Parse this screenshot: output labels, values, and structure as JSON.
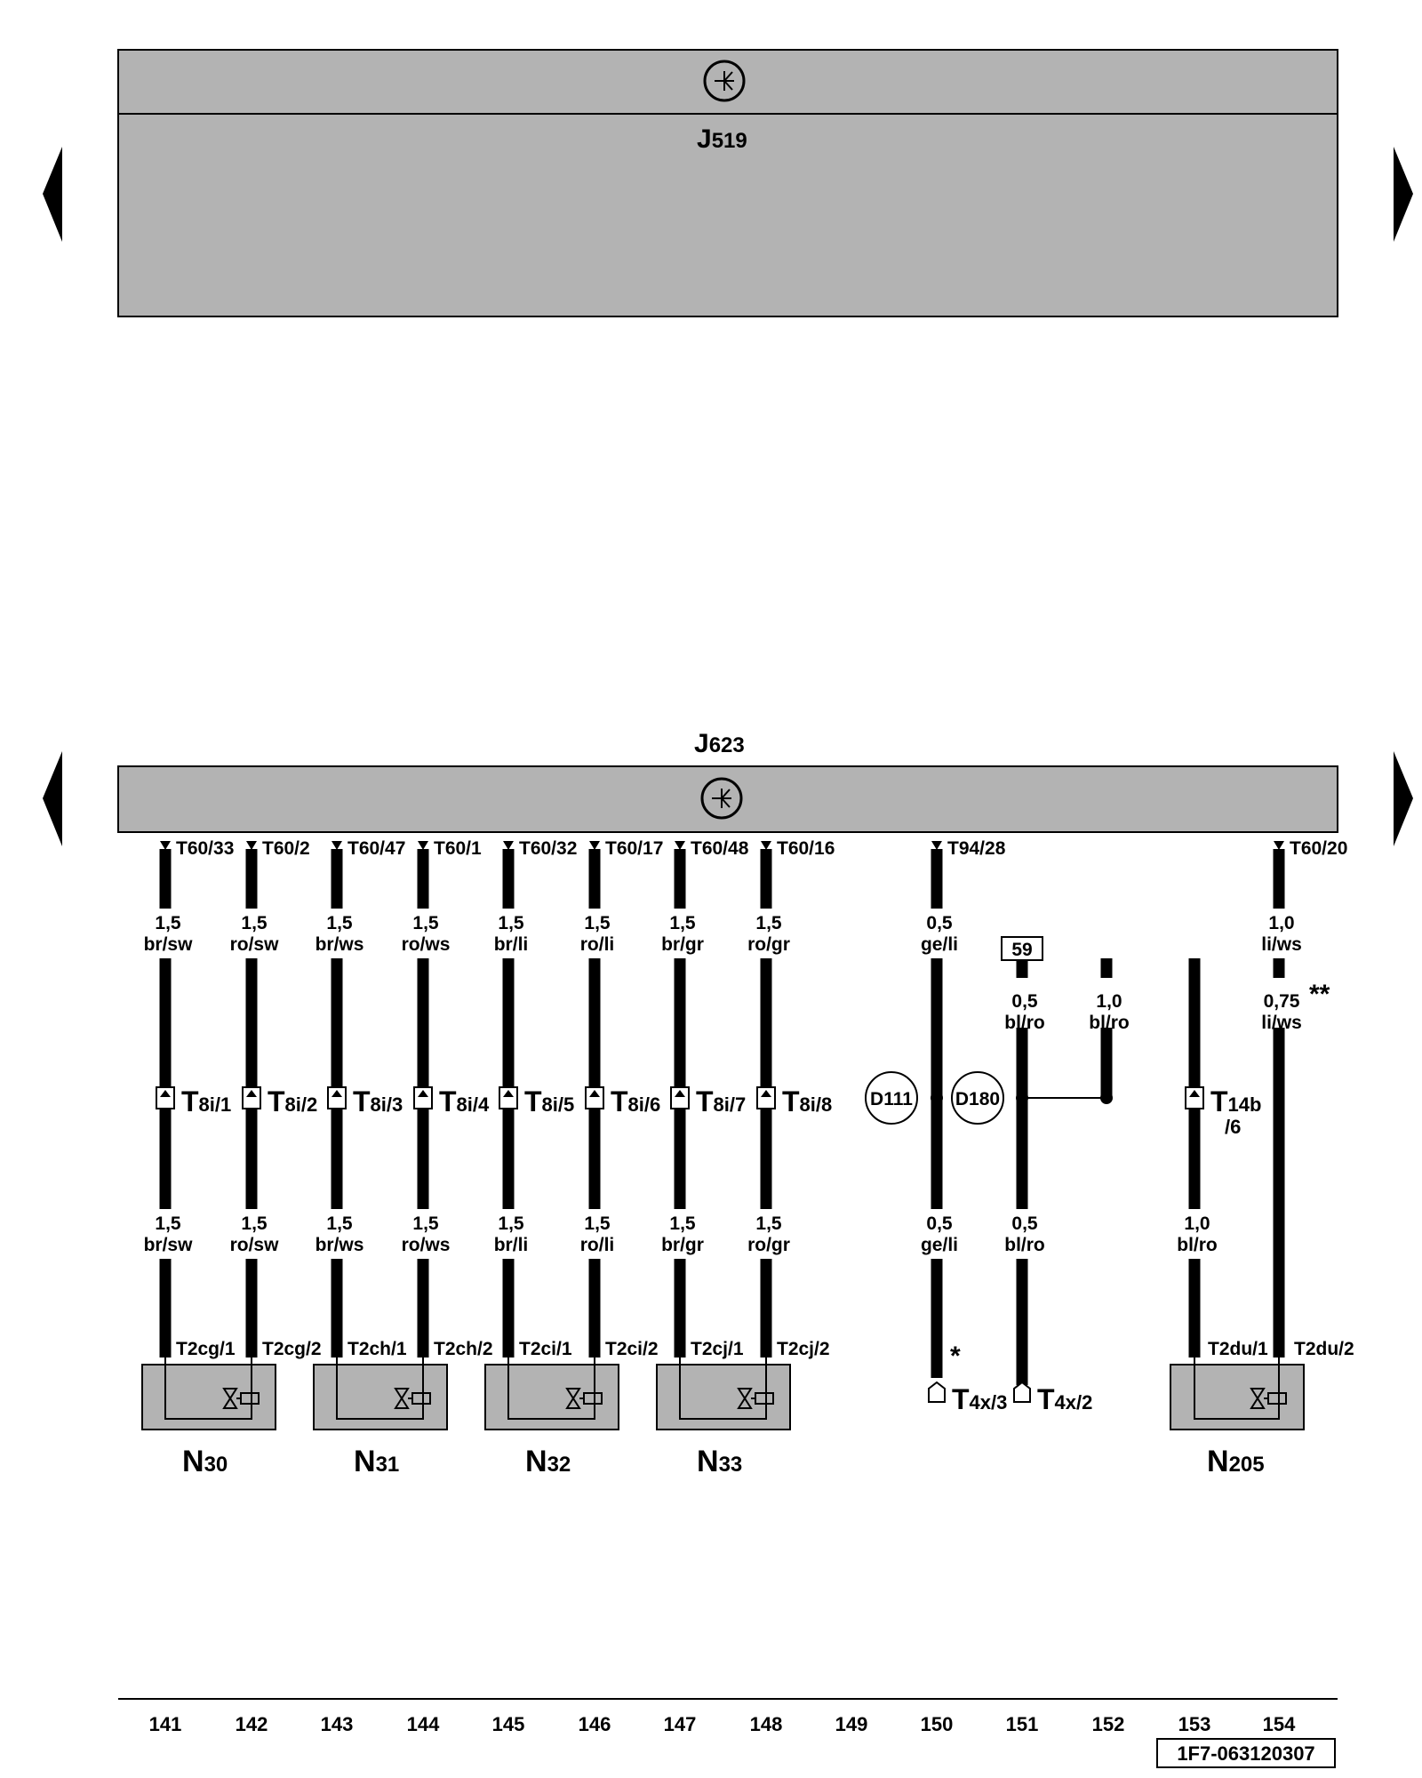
{
  "units": {
    "j519": {
      "letter": "J",
      "number": "519"
    },
    "j623": {
      "letter": "J",
      "number": "623"
    }
  },
  "pins": [
    {
      "label": "T60/33"
    },
    {
      "label": "T60/2"
    },
    {
      "label": "T60/47"
    },
    {
      "label": "T60/1"
    },
    {
      "label": "T60/32"
    },
    {
      "label": "T60/17"
    },
    {
      "label": "T60/48"
    },
    {
      "label": "T60/16"
    },
    {
      "label": "T94/28"
    },
    {
      "label": "T60/20"
    }
  ],
  "wires": [
    {
      "gauge": "1,5",
      "color": "br/sw"
    },
    {
      "gauge": "1,5",
      "color": "ro/sw"
    },
    {
      "gauge": "1,5",
      "color": "br/ws"
    },
    {
      "gauge": "1,5",
      "color": "ro/ws"
    },
    {
      "gauge": "1,5",
      "color": "br/li"
    },
    {
      "gauge": "1,5",
      "color": "ro/li"
    },
    {
      "gauge": "1,5",
      "color": "br/gr"
    },
    {
      "gauge": "1,5",
      "color": "ro/gr"
    },
    {
      "gauge": "0,5",
      "color": "ge/li"
    },
    {
      "gauge": "1,0",
      "color": "li/ws"
    },
    {
      "gauge": "0,5",
      "color": "bl/ro"
    },
    {
      "gauge": "1,0",
      "color": "bl/ro"
    },
    {
      "gauge": "0,75",
      "color": "li/ws"
    },
    {
      "gauge": "1,5",
      "color": "br/sw"
    },
    {
      "gauge": "1,5",
      "color": "ro/sw"
    },
    {
      "gauge": "1,5",
      "color": "br/ws"
    },
    {
      "gauge": "1,5",
      "color": "ro/ws"
    },
    {
      "gauge": "1,5",
      "color": "br/li"
    },
    {
      "gauge": "1,5",
      "color": "ro/li"
    },
    {
      "gauge": "1,5",
      "color": "br/gr"
    },
    {
      "gauge": "1,5",
      "color": "ro/gr"
    },
    {
      "gauge": "0,5",
      "color": "ge/li"
    },
    {
      "gauge": "0,5",
      "color": "bl/ro"
    },
    {
      "gauge": "1,0",
      "color": "bl/ro"
    }
  ],
  "connectors_mid": [
    {
      "base": "T",
      "sub": "8i/1"
    },
    {
      "base": "T",
      "sub": "8i/2"
    },
    {
      "base": "T",
      "sub": "8i/3"
    },
    {
      "base": "T",
      "sub": "8i/4"
    },
    {
      "base": "T",
      "sub": "8i/5"
    },
    {
      "base": "T",
      "sub": "8i/6"
    },
    {
      "base": "T",
      "sub": "8i/7"
    },
    {
      "base": "T",
      "sub": "8i/8"
    },
    {
      "base": "T",
      "sub": "14b",
      "sub2": "/6"
    }
  ],
  "bottom_pins": [
    {
      "label": "T2cg/1"
    },
    {
      "label": "T2cg/2"
    },
    {
      "label": "T2ch/1"
    },
    {
      "label": "T2ch/2"
    },
    {
      "label": "T2ci/1"
    },
    {
      "label": "T2ci/2"
    },
    {
      "label": "T2cj/1"
    },
    {
      "label": "T2cj/2"
    },
    {
      "label": "T2du/1"
    },
    {
      "label": "T2du/2"
    }
  ],
  "plugs": [
    {
      "base": "T",
      "sub": "4x/3"
    },
    {
      "base": "T",
      "sub": "4x/2"
    }
  ],
  "splices": [
    {
      "label": "D111"
    },
    {
      "label": "D180"
    }
  ],
  "terminal_box": "59",
  "notes": {
    "single": "*",
    "double": "**"
  },
  "components": [
    {
      "letter": "N",
      "number": "30"
    },
    {
      "letter": "N",
      "number": "31"
    },
    {
      "letter": "N",
      "number": "32"
    },
    {
      "letter": "N",
      "number": "33"
    },
    {
      "letter": "N",
      "number": "205"
    }
  ],
  "tracks": [
    "141",
    "142",
    "143",
    "144",
    "145",
    "146",
    "147",
    "148",
    "149",
    "150",
    "151",
    "152",
    "153",
    "154"
  ],
  "doc_id": "1F7-063120307"
}
